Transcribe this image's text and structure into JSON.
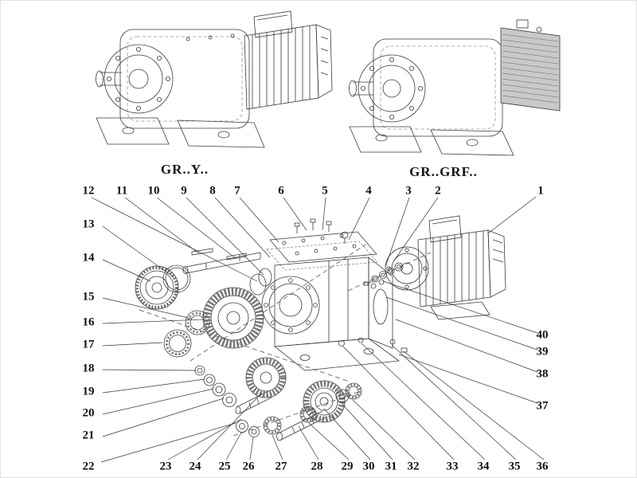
{
  "diagram": {
    "variant_labels": {
      "left": "GR..Y..",
      "right": "GR..GRF.."
    },
    "callouts": [
      {
        "n": "1"
      },
      {
        "n": "2"
      },
      {
        "n": "3"
      },
      {
        "n": "4"
      },
      {
        "n": "5"
      },
      {
        "n": "6"
      },
      {
        "n": "7"
      },
      {
        "n": "8"
      },
      {
        "n": "9"
      },
      {
        "n": "10"
      },
      {
        "n": "11"
      },
      {
        "n": "12"
      },
      {
        "n": "13"
      },
      {
        "n": "14"
      },
      {
        "n": "15"
      },
      {
        "n": "16"
      },
      {
        "n": "17"
      },
      {
        "n": "18"
      },
      {
        "n": "19"
      },
      {
        "n": "20"
      },
      {
        "n": "21"
      },
      {
        "n": "22"
      },
      {
        "n": "23"
      },
      {
        "n": "24"
      },
      {
        "n": "25"
      },
      {
        "n": "26"
      },
      {
        "n": "27"
      },
      {
        "n": "28"
      },
      {
        "n": "29"
      },
      {
        "n": "30"
      },
      {
        "n": "31"
      },
      {
        "n": "32"
      },
      {
        "n": "33"
      },
      {
        "n": "34"
      },
      {
        "n": "35"
      },
      {
        "n": "36"
      },
      {
        "n": "37"
      },
      {
        "n": "38"
      },
      {
        "n": "39"
      },
      {
        "n": "40"
      }
    ]
  }
}
